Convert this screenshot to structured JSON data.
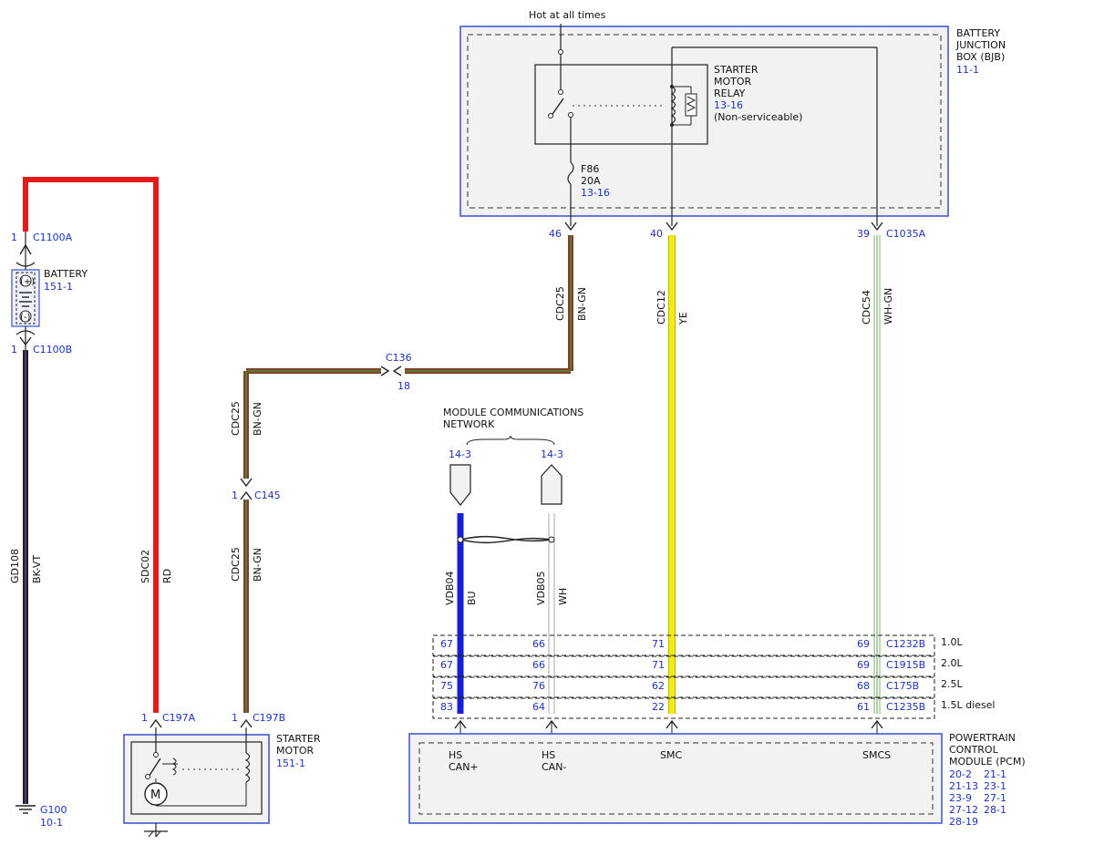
{
  "colors": {
    "red": "#e51a1a",
    "brown": "#7a4424",
    "yellow": "#f2ec15",
    "blue": "#1520d8",
    "white": "#ffffff",
    "green": "#4ea84e",
    "black": "#222222",
    "violet": "#7f3f9f",
    "label_blue": "#1a33cc",
    "box_outline": "#3b4fd0",
    "box_fill": "#f2f2f2"
  },
  "hot_label": "Hot at all times",
  "bjb": {
    "name_lines": [
      "BATTERY",
      "JUNCTION",
      "BOX (BJB)"
    ],
    "ref": "11-1",
    "relay": {
      "name_lines": [
        "STARTER",
        "MOTOR",
        "RELAY"
      ],
      "ref": "13-16",
      "note": "(Non-serviceable)"
    },
    "fuse": {
      "id": "F86",
      "rating": "20A",
      "ref": "13-16"
    },
    "connector": "C1035A",
    "pins": {
      "bn_gn": "46",
      "ye": "40",
      "wh_gn": "39"
    }
  },
  "battery": {
    "name": "BATTERY",
    "ref": "151-1",
    "top_connector": {
      "pin": "1",
      "id": "C1100A"
    },
    "bottom_connector": {
      "pin": "1",
      "id": "C1100B"
    },
    "plus_symbol": "(+)",
    "minus_symbol": "(-)"
  },
  "ground": {
    "id": "G100",
    "ref": "10-1"
  },
  "inline_connectors": {
    "c136": {
      "id": "C136",
      "pin": "18"
    },
    "c145": {
      "id": "C145",
      "pin": "1"
    }
  },
  "starter": {
    "name_lines": [
      "STARTER",
      "MOTOR"
    ],
    "ref": "151-1",
    "conn_a": {
      "pin": "1",
      "id": "C197A"
    },
    "conn_b": {
      "pin": "1",
      "id": "C197B"
    },
    "motor_symbol": "M"
  },
  "module_network": {
    "title_lines": [
      "MODULE COMMUNICATIONS",
      "NETWORK"
    ],
    "ref_left": "14-3",
    "ref_right": "14-3"
  },
  "wires": [
    {
      "circuit": "GD108",
      "color": "BK-VT"
    },
    {
      "circuit": "SDC02",
      "color": "RD"
    },
    {
      "circuit": "CDC25",
      "color": "BN-GN"
    },
    {
      "circuit": "CDC25",
      "color": "BN-GN"
    },
    {
      "circuit": "CDC25",
      "color": "BN-GN"
    },
    {
      "circuit": "CDC12",
      "color": "YE"
    },
    {
      "circuit": "CDC54",
      "color": "WH-GN"
    },
    {
      "circuit": "VDB04",
      "color": "BU"
    },
    {
      "circuit": "VDB05",
      "color": "WH"
    }
  ],
  "pcm_connector_rows": [
    {
      "pins": [
        "67",
        "66",
        "71",
        "69"
      ],
      "connector": "C1232B",
      "engine": "1.0L"
    },
    {
      "pins": [
        "67",
        "66",
        "71",
        "69"
      ],
      "connector": "C1915B",
      "engine": "2.0L"
    },
    {
      "pins": [
        "75",
        "76",
        "62",
        "68"
      ],
      "connector": "C175B",
      "engine": "2.5L"
    },
    {
      "pins": [
        "83",
        "64",
        "22",
        "61"
      ],
      "connector": "C1235B",
      "engine": "1.5L diesel"
    }
  ],
  "pcm": {
    "name_lines": [
      "POWERTRAIN",
      "CONTROL",
      "MODULE (PCM)"
    ],
    "refs": [
      [
        "20-2",
        "21-1"
      ],
      [
        "21-13",
        "23-1"
      ],
      [
        "23-9",
        "27-1"
      ],
      [
        "27-12",
        "28-1"
      ],
      [
        "28-19",
        ""
      ]
    ],
    "pin_labels": [
      [
        "HS",
        "CAN+"
      ],
      [
        "HS",
        "CAN-"
      ],
      [
        "SMC",
        ""
      ],
      [
        "SMCS",
        ""
      ]
    ]
  }
}
